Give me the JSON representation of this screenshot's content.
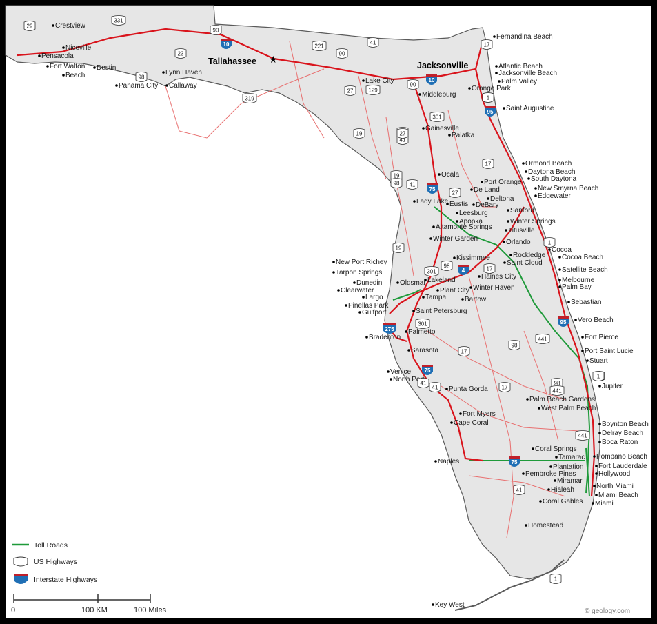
{
  "colors": {
    "background": "#ffffff",
    "land": "#e8e8e8",
    "coast": "#5a5a5a",
    "road": "#d9141c",
    "minor_road": "#e87070",
    "toll": "#1f9a3a",
    "interstate": "#1f6fb5",
    "frame": "#000000"
  },
  "capital": {
    "name": "Tallahassee",
    "icon": "star-icon"
  },
  "major_city": "Jacksonville",
  "cities": [
    "Crestview",
    "Niceville",
    "Pensacola",
    "Fort Walton",
    "Beach",
    "Destin",
    "Lynn Haven",
    "Panama City",
    "Callaway",
    "Fernandina Beach",
    "Atlantic Beach",
    "Jacksonville Beach",
    "Palm Valley",
    "Orange Park",
    "Lake City",
    "Middleburg",
    "Saint Augustine",
    "Gainesville",
    "Palatka",
    "Ocala",
    "Ormond Beach",
    "Daytona Beach",
    "South Daytona",
    "Port Orange",
    "De Land",
    "New Smyrna Beach",
    "Edgewater",
    "Lady Lake",
    "Deltona",
    "Eustis",
    "DeBary",
    "Sanford",
    "Leesburg",
    "Apopka",
    "Winter Springs",
    "Altamonte Springs",
    "Titusville",
    "Winter Garden",
    "Orlando",
    "Cocoa",
    "Cocoa Beach",
    "Rockledge",
    "Kissimmee",
    "Saint Cloud",
    "New Port Richey",
    "Tarpon Springs",
    "Dunedin",
    "Oldsmar",
    "Lakeland",
    "Haines City",
    "Clearwater",
    "Largo",
    "Plant City",
    "Winter Haven",
    "Pinellas Park",
    "Tampa",
    "Bartow",
    "Gulfport",
    "Saint Petersburg",
    "Satellite Beach",
    "Melbourne",
    "Palm Bay",
    "Sebastian",
    "Vero Beach",
    "Palmetto",
    "Bradenton",
    "Sarasota",
    "Fort Pierce",
    "Port Saint Lucie",
    "Stuart",
    "Venice",
    "North Port",
    "Punta Gorda",
    "Jupiter",
    "Palm Beach Gardens",
    "West Palm Beach",
    "Fort Myers",
    "Cape Coral",
    "Boynton Beach",
    "Delray Beach",
    "Boca Raton",
    "Coral Springs",
    "Tamarac",
    "Pompano Beach",
    "Naples",
    "Plantation",
    "Fort Lauderdale",
    "Pembroke Pines",
    "Hollywood",
    "Miramar",
    "North Miami",
    "Hialeah",
    "Miami Beach",
    "Coral Gables",
    "Miami",
    "Homestead",
    "Key West"
  ],
  "us_highways": [
    "29",
    "331",
    "90",
    "23",
    "98",
    "319",
    "27",
    "129",
    "90",
    "41",
    "19",
    "221",
    "90",
    "17",
    "301",
    "27",
    "41",
    "19",
    "98",
    "41",
    "17",
    "27",
    "19",
    "301",
    "98",
    "17",
    "17",
    "1",
    "301",
    "41",
    "17",
    "98",
    "441",
    "1",
    "27",
    "41",
    "98",
    "441",
    "441",
    "1",
    "41",
    "1",
    "1",
    "1"
  ],
  "interstates": [
    "10",
    "10",
    "95",
    "75",
    "4",
    "275",
    "75",
    "95",
    "75"
  ],
  "legend": {
    "toll": "Toll Roads",
    "us": "US Highways",
    "interstate": "Interstate Highways"
  },
  "scale": {
    "zero": "0",
    "km": "100 KM",
    "miles": "100 Miles"
  },
  "credit": "© geology.com"
}
